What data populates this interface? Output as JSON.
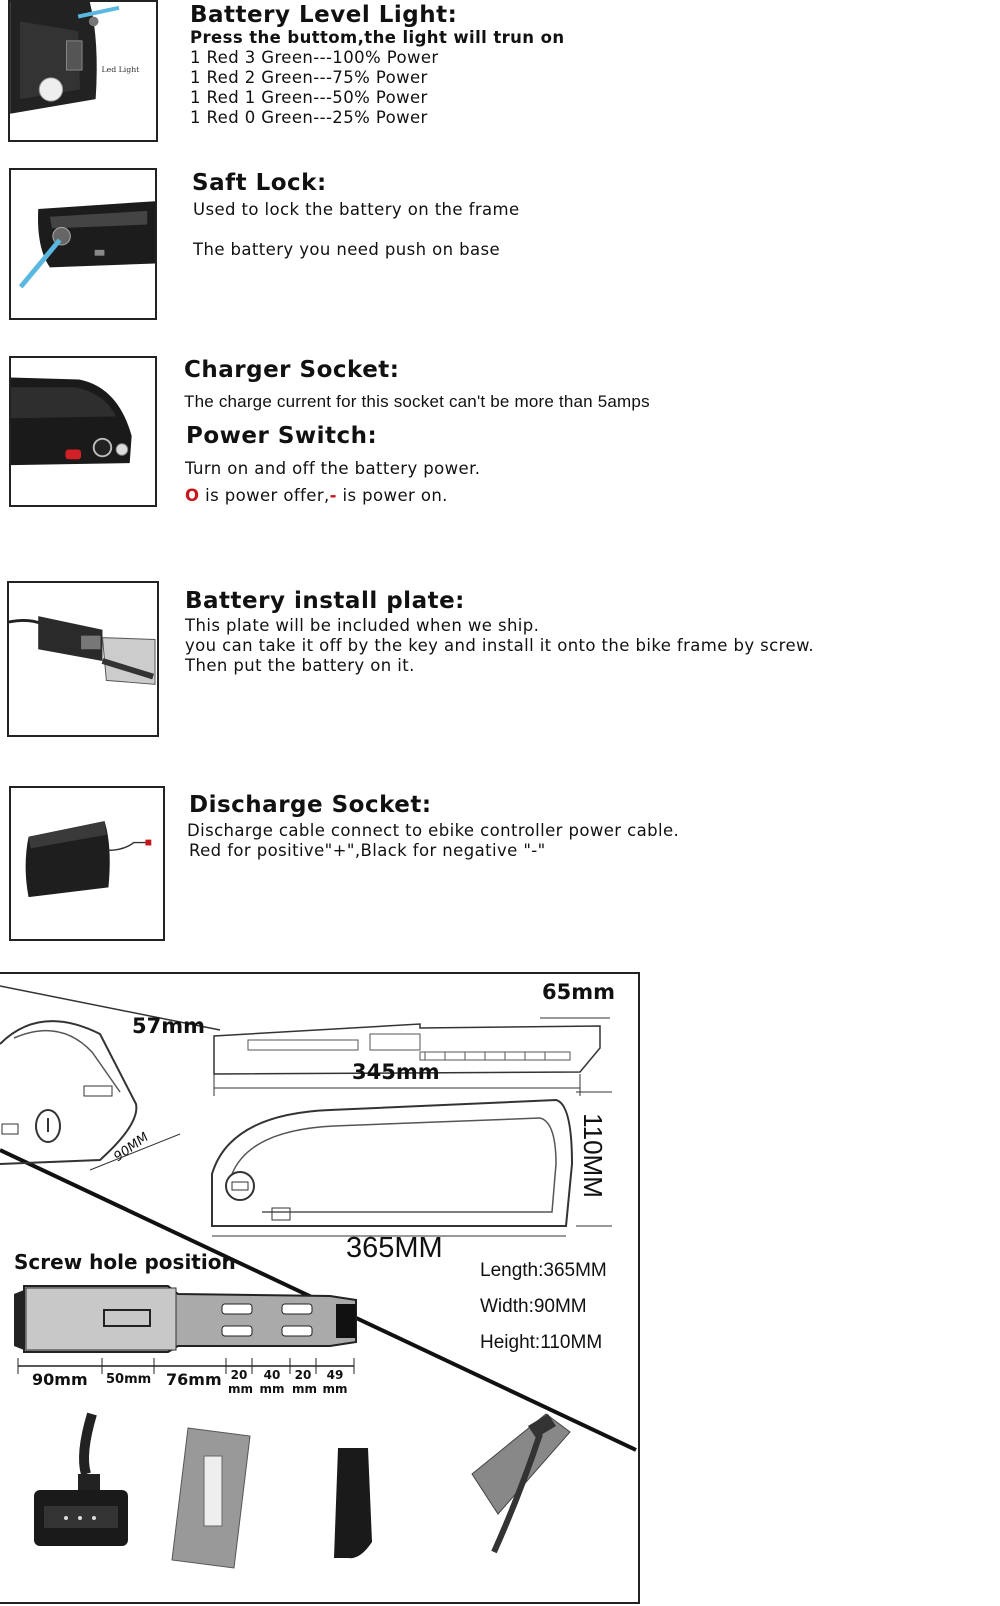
{
  "battery_level": {
    "heading": "Battery Level Light:",
    "subheading": "Press the buttom,the light will trun on",
    "lines": [
      "1 Red 3 Green---100% Power",
      "1 Red 2 Green---75% Power",
      "1 Red 1 Green---50% Power",
      "1 Red 0 Green---25% Power"
    ],
    "image_label": "Led Light"
  },
  "safe_lock": {
    "heading": "Saft Lock:",
    "line1": "Used to lock the battery on the frame",
    "line2": "The battery you need push on base"
  },
  "charger_socket": {
    "heading": "Charger Socket:",
    "line1": "The charge current for this socket can't be more than 5amps"
  },
  "power_switch": {
    "heading": "Power Switch:",
    "line1": "Turn on and off the battery power.",
    "symbol_off": "O",
    "text_off": " is power offer,",
    "symbol_on": "-",
    "text_on": " is power on."
  },
  "install_plate": {
    "heading": "Battery install plate:",
    "lines": [
      "This plate will be included when we ship.",
      "you can take it off by the key and install it onto the bike frame by screw.",
      "Then put the battery on it."
    ]
  },
  "discharge_socket": {
    "heading": "Discharge Socket:",
    "lines": [
      "Discharge cable connect to ebike controller power cable.",
      "Red for positive\"+\",Black for negative \"-\""
    ]
  },
  "dimensions": {
    "d65": "65mm",
    "d57": "57mm",
    "d345": "345mm",
    "d110": "110MM",
    "d90": "90MM",
    "d365": "365MM",
    "screw_title": "Screw hole position",
    "length": "Length:365MM",
    "width": "Width:90MM",
    "height": "Height:110MM",
    "s90": "90mm",
    "s50": "50mm",
    "s76": "76mm",
    "s20a": "20",
    "s40": "40",
    "s20b": "20",
    "s49": "49",
    "unit": "mm"
  },
  "colors": {
    "accent_red": "#c4161c",
    "cable_blue": "#5ab8e0"
  }
}
